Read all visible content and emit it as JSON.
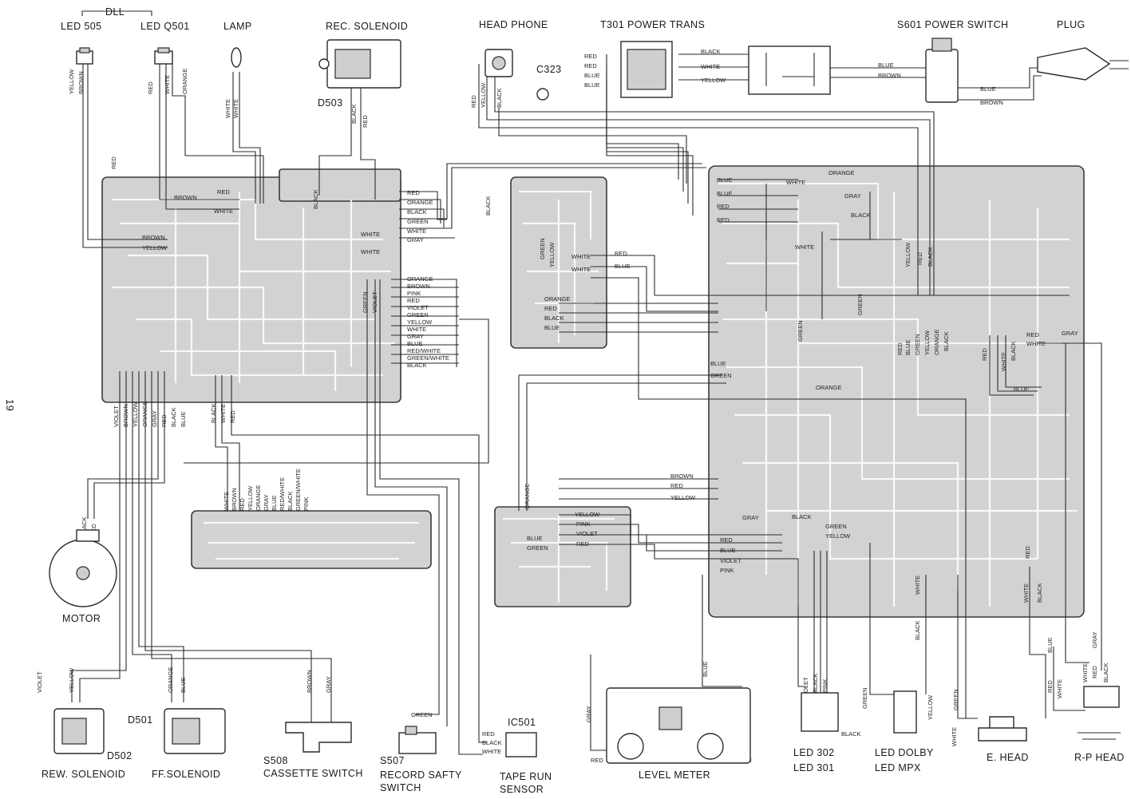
{
  "page_number": "19",
  "components": {
    "dll": "DLL",
    "led505": "LED 505",
    "ledq501": "LED Q501",
    "lamp": "LAMP",
    "rec_solenoid": "REC. SOLENOID",
    "d503": "D503",
    "head_phone": "HEAD PHONE",
    "c323": "C323",
    "t301": "T301 POWER TRANS",
    "s601": "S601 POWER SWITCH",
    "plug": "PLUG",
    "motor": "MOTOR",
    "d501": "D501",
    "d502": "D502",
    "rew_solenoid": "REW. SOLENOID",
    "ff_solenoid": "FF.SOLENOID",
    "s508": "S508",
    "cassette_switch": "CASSETTE SWITCH",
    "s507": "S507",
    "record_safety_1": "RECORD SAFTY",
    "record_safety_2": "SWITCH",
    "ic501": "IC501",
    "tape_run_1": "TAPE RUN",
    "tape_run_2": "SENSOR",
    "level_meter": "LEVEL METER",
    "led302": "LED 302",
    "led301": "LED 301",
    "led_dolby": "LED DOLBY",
    "led_mpx": "LED MPX",
    "e_head": "E. HEAD",
    "rp_head": "R-P HEAD"
  },
  "wire_colors": {
    "red": "RED",
    "black": "BLACK",
    "white": "WHITE",
    "yellow": "YELLOW",
    "blue": "BLUE",
    "brown": "BROWN",
    "green": "GREEN",
    "orange": "ORANGE",
    "gray": "GRAY",
    "pink": "PINK",
    "violet": "VIOLET",
    "red_white": "RED/WHITE",
    "green_white": "GREEN/WHITE"
  },
  "style": {
    "board_fill": "#d2d2d2",
    "ink": "#2a2a2a",
    "background": "#ffffff"
  }
}
